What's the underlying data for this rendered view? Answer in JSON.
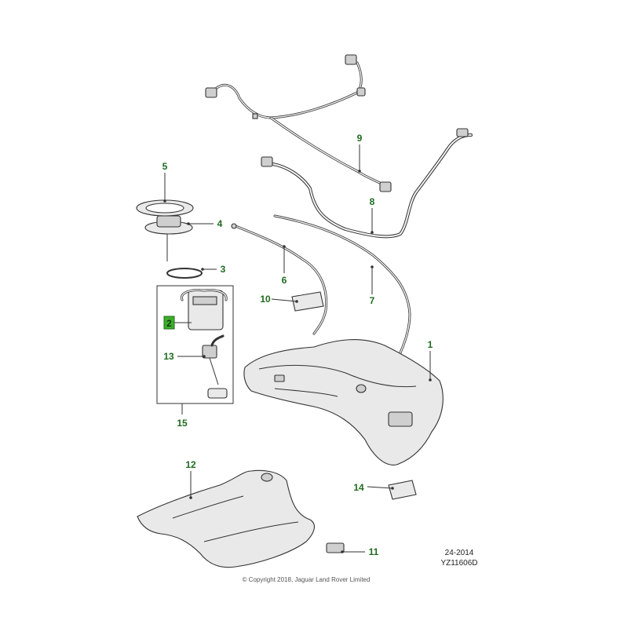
{
  "callouts": [
    {
      "id": "1",
      "label": "1"
    },
    {
      "id": "2",
      "label": "2"
    },
    {
      "id": "3",
      "label": "3"
    },
    {
      "id": "4",
      "label": "4"
    },
    {
      "id": "5",
      "label": "5"
    },
    {
      "id": "6",
      "label": "6"
    },
    {
      "id": "7",
      "label": "7"
    },
    {
      "id": "8",
      "label": "8"
    },
    {
      "id": "9",
      "label": "9"
    },
    {
      "id": "10",
      "label": "10"
    },
    {
      "id": "11",
      "label": "11"
    },
    {
      "id": "12",
      "label": "12"
    },
    {
      "id": "13",
      "label": "13"
    },
    {
      "id": "14",
      "label": "14"
    },
    {
      "id": "15",
      "label": "15"
    }
  ],
  "footer": {
    "date_code": "24-2014",
    "drawing_code": "YZ11606D",
    "copyright": "© Copyright 2018, Jaguar Land Rover Limited"
  },
  "colors": {
    "callout_green": "#1f6b1f",
    "highlight_green": "#3fae2a",
    "line": "#333333"
  }
}
